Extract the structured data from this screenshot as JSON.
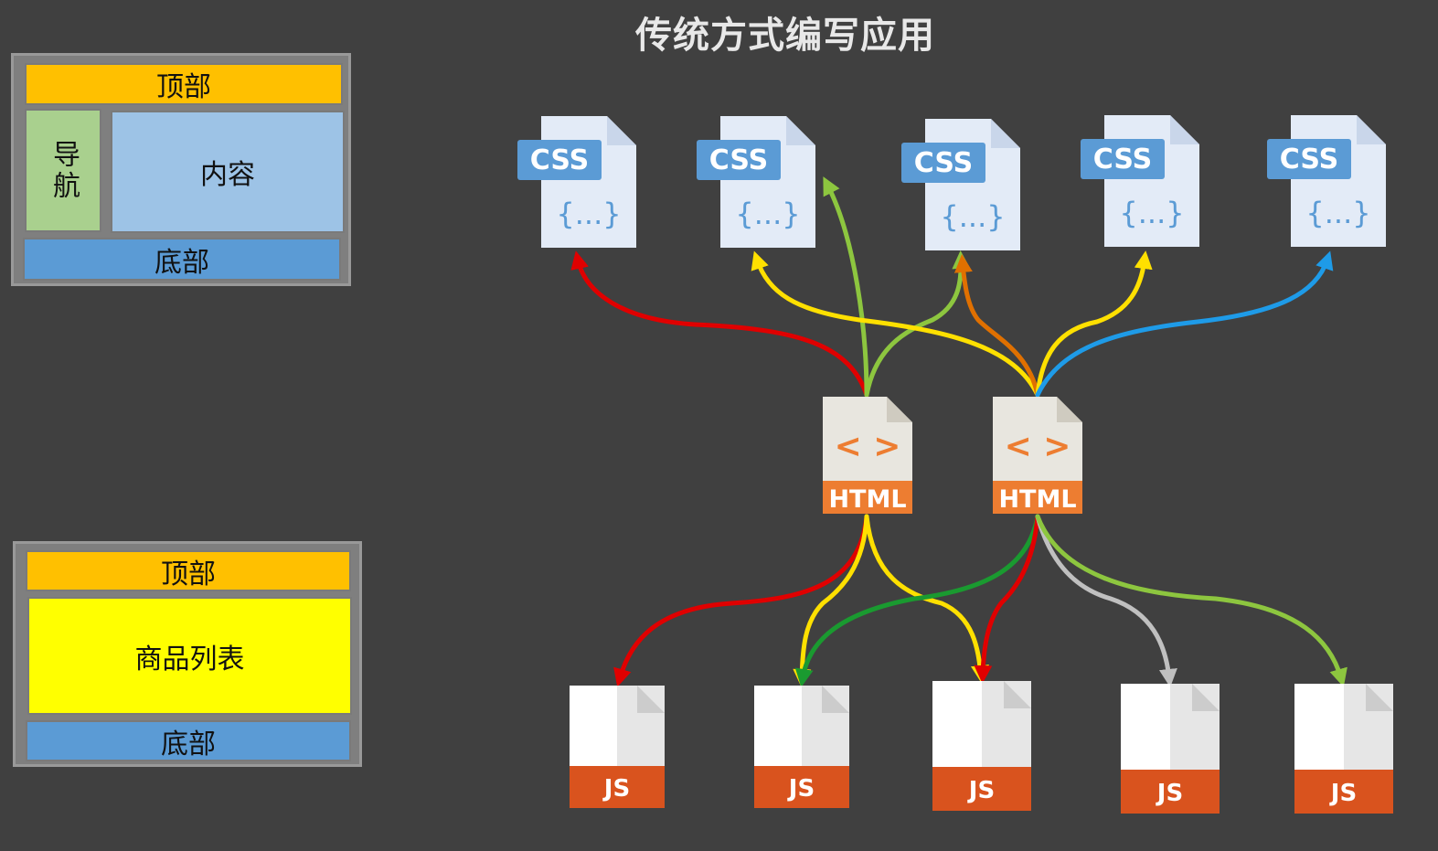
{
  "title": "传统方式编写应用",
  "layout1": {
    "header": "顶部",
    "nav": "导航",
    "content": "内容",
    "footer": "底部"
  },
  "layout2": {
    "header": "顶部",
    "main": "商品列表",
    "footer": "底部"
  },
  "css_files": [
    {
      "label": "CSS",
      "body": "{...}"
    },
    {
      "label": "CSS",
      "body": "{...}"
    },
    {
      "label": "CSS",
      "body": "{...}"
    },
    {
      "label": "CSS",
      "body": "{...}"
    },
    {
      "label": "CSS",
      "body": "{...}"
    }
  ],
  "html_files": [
    {
      "label": "HTML",
      "icon": "<  >"
    },
    {
      "label": "HTML",
      "icon": "<  >"
    }
  ],
  "js_files": [
    {
      "label": "JS"
    },
    {
      "label": "JS"
    },
    {
      "label": "JS"
    },
    {
      "label": "JS"
    },
    {
      "label": "JS"
    }
  ],
  "colors": {
    "background": "#404040",
    "header": "#ffc000",
    "nav": "#a9d08e",
    "content": "#9dc3e6",
    "footer": "#5b9bd5",
    "product_list": "#ffff00",
    "css_badge": "#5b9bd5",
    "html_badge": "#ed7d31",
    "js_badge": "#d9531e",
    "red": "#e00000",
    "yellow": "#ffe000",
    "lime": "#8dc63f",
    "orange": "#e07000",
    "blue": "#1e9be8",
    "green": "#1a9a30",
    "gray": "#c0c0c0"
  },
  "connections": [
    {
      "from": "html-1",
      "to": "css-1",
      "color": "red"
    },
    {
      "from": "html-1",
      "to": "css-2",
      "color": "lime"
    },
    {
      "from": "html-1",
      "to": "css-3",
      "color": "lime"
    },
    {
      "from": "html-2",
      "to": "css-2",
      "color": "yellow"
    },
    {
      "from": "html-2",
      "to": "css-3",
      "color": "orange"
    },
    {
      "from": "html-2",
      "to": "css-4",
      "color": "yellow"
    },
    {
      "from": "html-2",
      "to": "css-5",
      "color": "blue"
    },
    {
      "from": "html-1",
      "to": "js-1",
      "color": "red"
    },
    {
      "from": "html-1",
      "to": "js-2",
      "color": "yellow"
    },
    {
      "from": "html-1",
      "to": "js-3",
      "color": "yellow"
    },
    {
      "from": "html-2",
      "to": "js-2",
      "color": "green"
    },
    {
      "from": "html-2",
      "to": "js-3",
      "color": "red"
    },
    {
      "from": "html-2",
      "to": "js-4",
      "color": "gray"
    },
    {
      "from": "html-2",
      "to": "js-5",
      "color": "lime"
    }
  ]
}
